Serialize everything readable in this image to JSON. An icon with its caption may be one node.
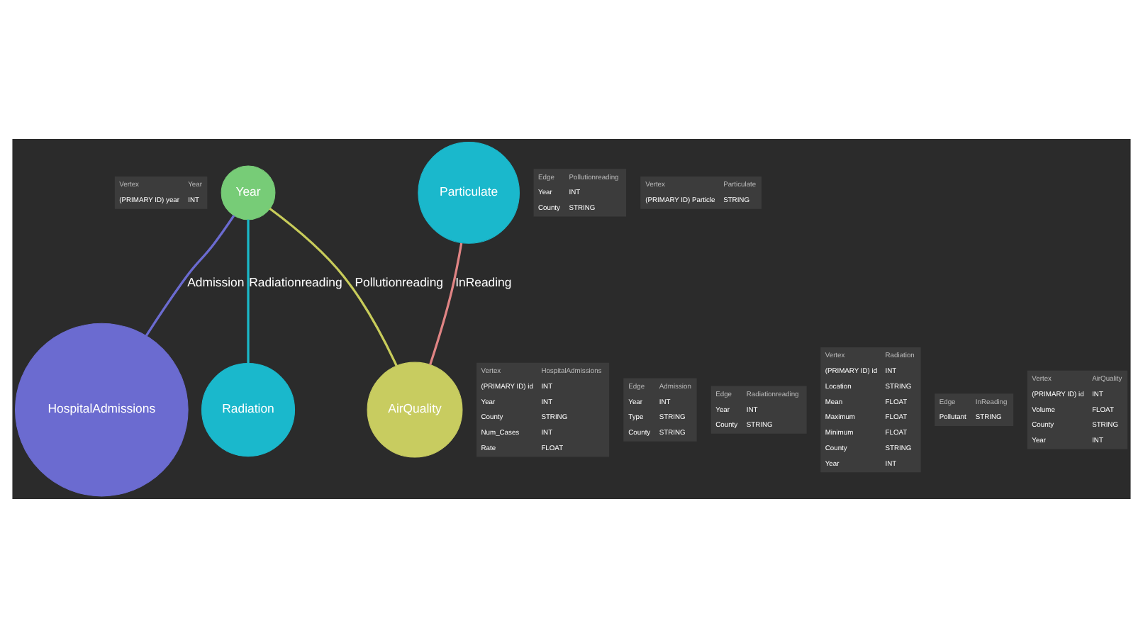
{
  "diagram": {
    "nodes": [
      {
        "text": [
          "Vertex",
          "Year",
          "(PRIMARY ID) year",
          "INT"
        ]
      },
      {
        "text": [
          "Year"
        ]
      },
      {
        "text": [
          "Particulate"
        ]
      },
      {
        "text": [
          "Vertex",
          "Particulate",
          "(PRIMARY ID) Particle",
          "STRING"
        ]
      },
      {
        "text": [
          "Edge",
          "Pollutionreading",
          "Year",
          "INT",
          "County",
          "STRING"
        ]
      },
      {
        "text": [
          "Edge",
          "Admission",
          "Year",
          "INT",
          "Type",
          "STRING",
          "County",
          "STRING"
        ]
      },
      {
        "text": [
          "Edge",
          "InReading",
          "Pollutant",
          "STRING"
        ]
      },
      {
        "text": [
          "Edge",
          "Radiationreading",
          "Year",
          "INT",
          "County",
          "STRING"
        ]
      },
      {
        "text": [
          "Vertex",
          "HospitalAdmissions",
          "(PRIMARY ID) id",
          "INT",
          "Year",
          "INT",
          "County",
          "STRING",
          "Num_Cases",
          "INT",
          "Rate",
          "FLOAT"
        ]
      },
      {
        "text": [
          "Vertex",
          "Radiation",
          "(PRIMARY ID) id",
          "INT",
          "Location",
          "STRING",
          "Mean",
          "FLOAT",
          "Maximum",
          "FLOAT",
          "Minimum",
          "FLOAT",
          "County",
          "STRING",
          "Year",
          "INT"
        ]
      },
      {
        "text": [
          "Vertex",
          "AirQuality",
          "(PRIMARY ID) id",
          "INT",
          "Volume",
          "FLOAT",
          "County",
          "STRING",
          "Year",
          "INT"
        ]
      },
      {
        "text": [
          "HospitalAdmissions"
        ]
      },
      {
        "text": [
          "Radiation"
        ]
      },
      {
        "text": [
          "AirQuality"
        ]
      }
    ],
    "edges": [
      {
        "from": 1,
        "to": 11,
        "arrow": "none",
        "label": "Admission",
        "color": "#6b6bd0"
      },
      {
        "from": 1,
        "to": 12,
        "arrow": "none",
        "label": "Radiationreading",
        "color": "#1ab8c8"
      },
      {
        "from": 1,
        "to": 13,
        "arrow": "none",
        "label": "Pollutionreading",
        "color": "#c8cc5a"
      },
      {
        "from": 2,
        "to": 13,
        "arrow": "none",
        "label": "InReading",
        "color": "#e08484"
      }
    ]
  }
}
